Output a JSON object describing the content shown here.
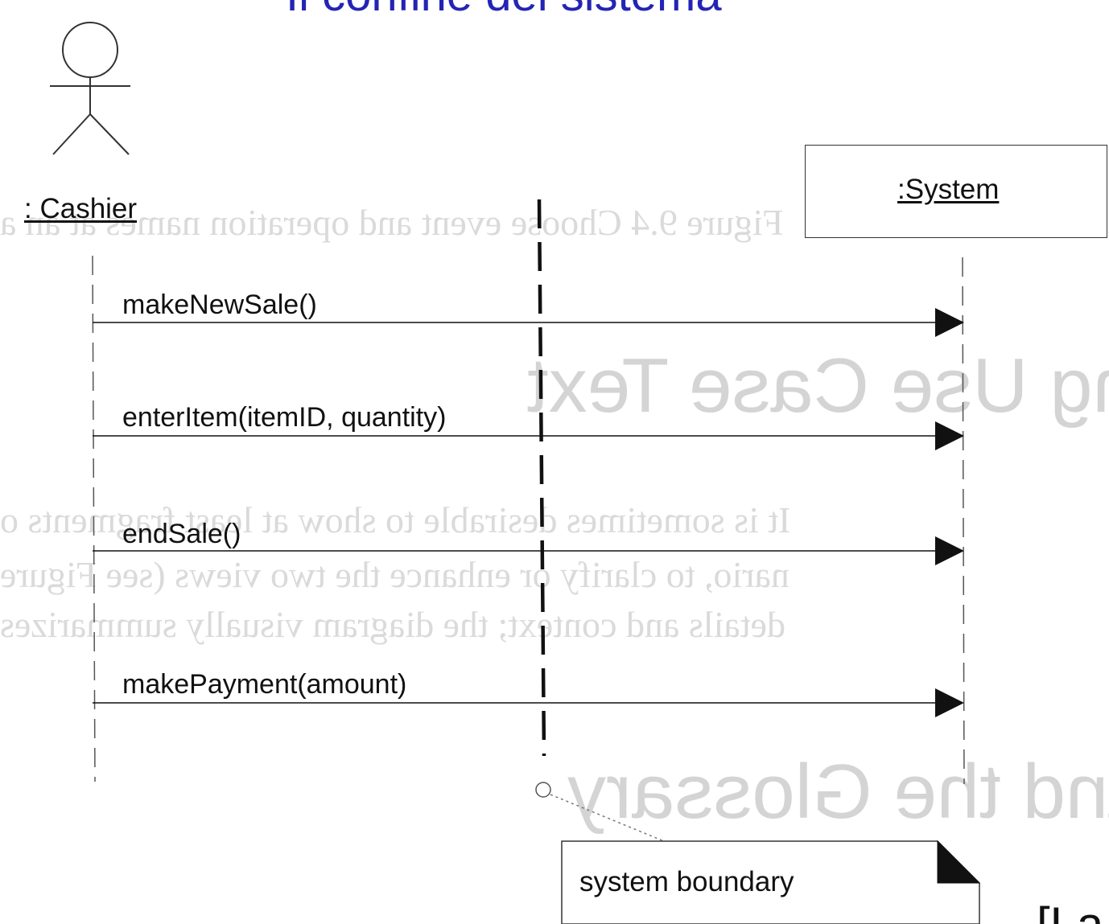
{
  "slide": {
    "title": "Il confine del sistema",
    "corner_text": "[La"
  },
  "diagram": {
    "actor": {
      "name": ": Cashier"
    },
    "system": {
      "name": ":System"
    },
    "messages": [
      {
        "label": "makeNewSale()"
      },
      {
        "label": "enterItem(itemID, quantity)"
      },
      {
        "label": "endSale()"
      },
      {
        "label": "makePayment(amount)"
      }
    ],
    "note": {
      "text": "system boundary"
    }
  },
  "bleed_through": {
    "lines": [
      "Figure 9.4 Choose event and operation names at an a",
      "wing Use Case Text",
      "It is sometimes desirable to show at least fragments o",
      "nario, to clarify or enhance the two views (see Figure",
      "details and context; the diagram visually summarizes",
      "s and the Glossary"
    ]
  },
  "colors": {
    "title": "#2424b4",
    "ink": "#111111",
    "bleed": "#d4d4d4"
  }
}
